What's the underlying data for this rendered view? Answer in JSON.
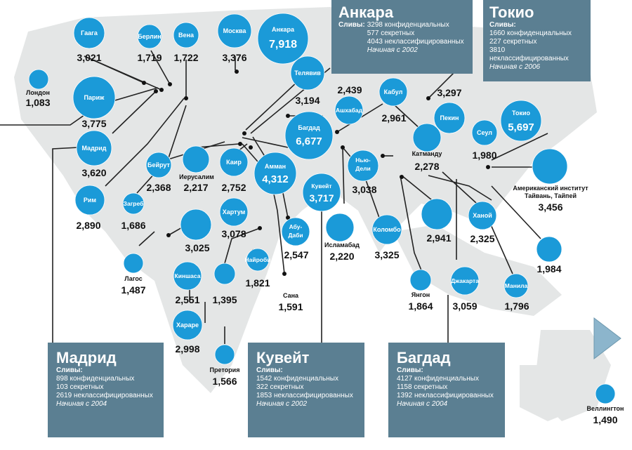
{
  "colors": {
    "bubble": "#1b9ad8",
    "panel": "#5b7f92",
    "land": "#e4e6e6",
    "arrow": "#8cb5cc"
  },
  "panels": {
    "ankara": {
      "title": "Анкара",
      "leaks_label": "Сливы:",
      "lines": [
        "3298 конфиденциальных",
        "577 секретных",
        "4043 неклассифицированных"
      ],
      "since": "Начиная с 2002"
    },
    "tokyo": {
      "title": "Токио",
      "leaks_label": "Сливы:",
      "lines": [
        "1660 конфиденциальных",
        "227 секретных",
        "3810 неклассифицированных"
      ],
      "since": "Начиная с 2006"
    },
    "madrid": {
      "title": "Мадрид",
      "leaks_label": "Сливы:",
      "lines": [
        "898 конфиденциальных",
        "103 секретных",
        "2619 неклассифицированных"
      ],
      "since": "Начиная с 2004"
    },
    "kuwait": {
      "title": "Кувейт",
      "leaks_label": "Сливы:",
      "lines": [
        "1542 конфиденциальных",
        "322 секретных",
        "1853 неклассифицированных"
      ],
      "since": "Начиная с 2002"
    },
    "baghdad": {
      "title": "Багдад",
      "leaks_label": "Сливы:",
      "lines": [
        "4127 конфиденциальных",
        "1158 секретных",
        "1392 неклассифицированных"
      ],
      "since": "Начиная с 2004"
    }
  },
  "cities": [
    {
      "id": "haga",
      "name": "Гаага",
      "value": "3,021"
    },
    {
      "id": "berlin",
      "name": "Берлин",
      "value": "1,719"
    },
    {
      "id": "vena",
      "name": "Вена",
      "value": "1,722"
    },
    {
      "id": "moskva",
      "name": "Москва",
      "value": "3,376"
    },
    {
      "id": "ankara",
      "name": "Анкара",
      "value": "7,918"
    },
    {
      "id": "london",
      "name": "Лондон",
      "value": "1,083"
    },
    {
      "id": "parizh",
      "name": "Париж",
      "value": "3,775"
    },
    {
      "id": "madrid",
      "name": "Мадрид",
      "value": "3,620"
    },
    {
      "id": "rim",
      "name": "Рим",
      "value": "2,890"
    },
    {
      "id": "zagreb",
      "name": "Загреб",
      "value": "1,686"
    },
    {
      "id": "beirut",
      "name": "Бейрут",
      "value": "2,368"
    },
    {
      "id": "ierusalim",
      "name": "Иерусалим",
      "value": "2,217"
    },
    {
      "id": "kair",
      "name": "Каир",
      "value": "2,752"
    },
    {
      "id": "telaviv",
      "name": "Телявив",
      "value": "3,194"
    },
    {
      "id": "baghdad",
      "name": "Багдад",
      "value": "6,677"
    },
    {
      "id": "amman",
      "name": "Амман",
      "value": "4,312"
    },
    {
      "id": "kuwait",
      "name": "Кувейт",
      "value": "3,717"
    },
    {
      "id": "ashhabad",
      "name": "Ашхабад",
      "value": "2,439"
    },
    {
      "id": "kabul",
      "name": "Кабул",
      "value": "2,961"
    },
    {
      "id": "pekin",
      "name": "Пекин",
      "value": "3,297"
    },
    {
      "id": "tokio",
      "name": "Токио",
      "value": "5,697"
    },
    {
      "id": "seul",
      "name": "Сеул",
      "value": "1,980"
    },
    {
      "id": "katmandu",
      "name": "Катманду",
      "value": "2,278"
    },
    {
      "id": "nyudeli",
      "name": "Нью-Дели",
      "value": "3,038"
    },
    {
      "id": "tayvan",
      "name": "Американский институт Тайвань, Тайпей",
      "value": "3,456"
    },
    {
      "id": "khartum",
      "name": "Хартум",
      "value": "3,078"
    },
    {
      "id": "abudabi",
      "name": "Абу-Даби",
      "value": "2,547"
    },
    {
      "id": "islamabad",
      "name": "Исламабад",
      "value": "2,220"
    },
    {
      "id": "kolombo",
      "name": "Коломбо",
      "value": "3,325"
    },
    {
      "id": "ghana",
      "name": "",
      "value": "3,025"
    },
    {
      "id": "lagos",
      "name": "Лагос",
      "value": "1,487"
    },
    {
      "id": "kinshasa",
      "name": "Киншаса",
      "value": "2,551"
    },
    {
      "id": "addis",
      "name": "",
      "value": "1,395"
    },
    {
      "id": "nairobi",
      "name": "Найроби",
      "value": "1,821"
    },
    {
      "id": "sana",
      "name": "Сана",
      "value": "1,591"
    },
    {
      "id": "harare",
      "name": "Хараре",
      "value": "2,998"
    },
    {
      "id": "pretoria",
      "name": "Претория",
      "value": "1,566"
    },
    {
      "id": "bangkok",
      "name": "",
      "value": "2,941"
    },
    {
      "id": "khanoy",
      "name": "Ханой",
      "value": "2,325"
    },
    {
      "id": "yangon",
      "name": "Янгон",
      "value": "1,864"
    },
    {
      "id": "dzhakarta",
      "name": "Джакарта",
      "value": "3,059"
    },
    {
      "id": "manila",
      "name": "Манила",
      "value": "1,796"
    },
    {
      "id": "philippines2",
      "name": "",
      "value": "1,984"
    },
    {
      "id": "vellington",
      "name": "Веллингтон",
      "value": "1,490"
    }
  ]
}
